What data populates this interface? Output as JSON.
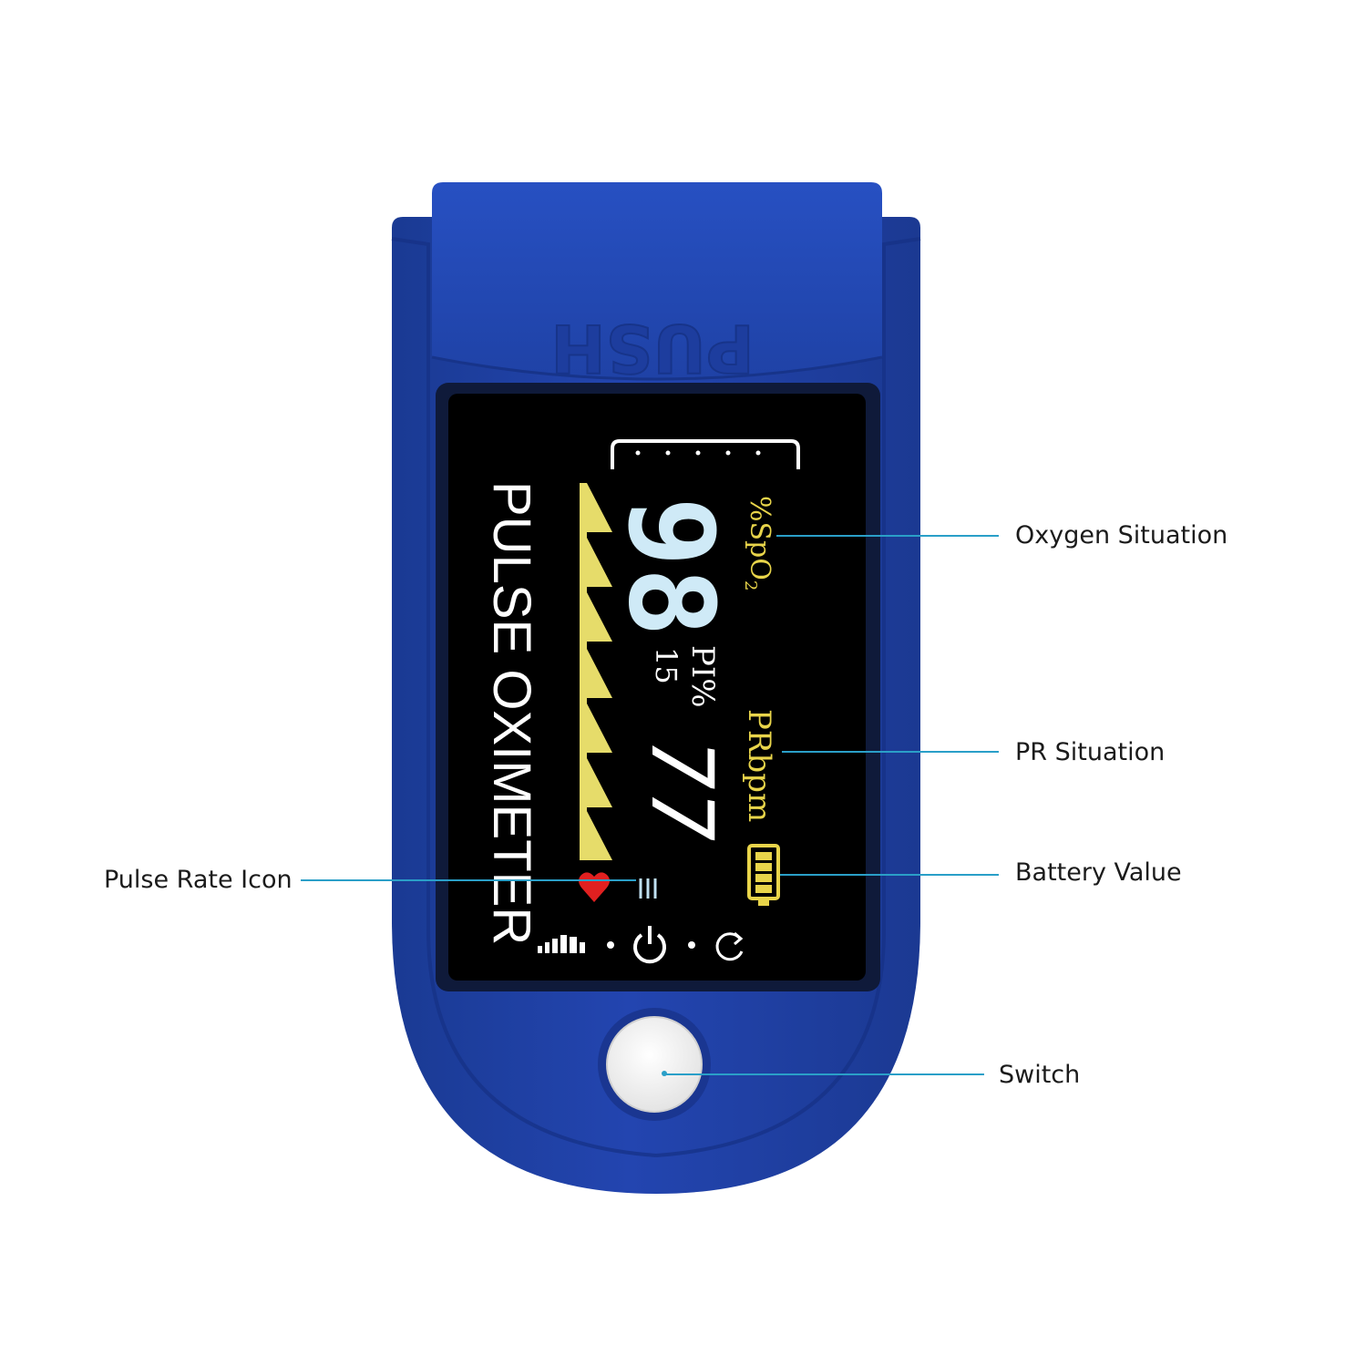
{
  "device": {
    "clip_embossed_text": "PUSH",
    "side_label": "PULSE OXIMETER",
    "spo2_value": "98",
    "spo2_unit": "%SpO",
    "spo2_unit_sub": "2",
    "pi_label": "PI%",
    "pi_value": "15",
    "pr_value": "77",
    "pr_unit": "PRbpm",
    "body_color": "#1f3f9c",
    "screen_color": "#000000",
    "digit_color": "#cfeaf7",
    "label_color": "#e8d44a",
    "pulse_bars_color": "#e6dc6a",
    "heart_color": "#e02020",
    "icons": [
      "signal-strength-icon",
      "power-icon",
      "rotate-icon",
      "heart-icon",
      "battery-icon"
    ]
  },
  "callouts": {
    "oxygen": "Oxygen Situation",
    "pr": "PR Situation",
    "battery": "Battery Value",
    "pulse_icon": "Pulse Rate Icon",
    "switch": "Switch"
  },
  "line_color": "#2a9fc8"
}
